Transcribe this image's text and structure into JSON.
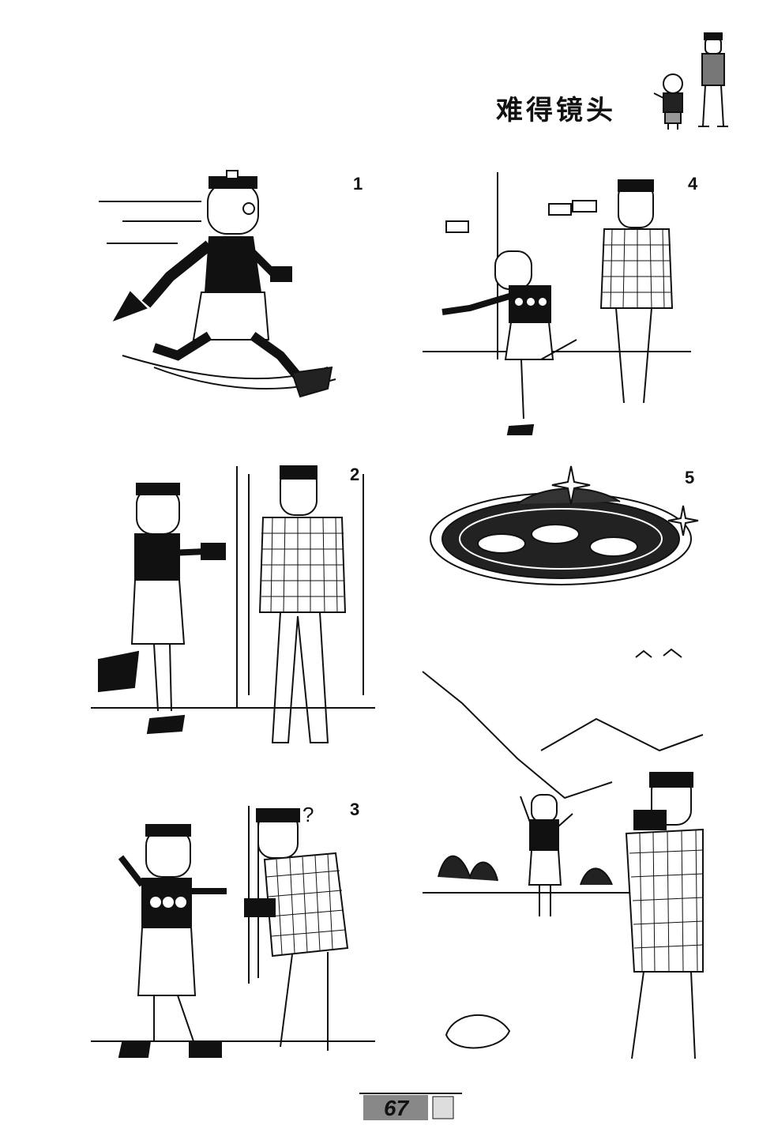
{
  "title": "难得镜头",
  "page_number": "67",
  "panels": [
    {
      "number": "1"
    },
    {
      "number": "2"
    },
    {
      "number": "3"
    },
    {
      "number": "4"
    },
    {
      "number": "5"
    }
  ]
}
